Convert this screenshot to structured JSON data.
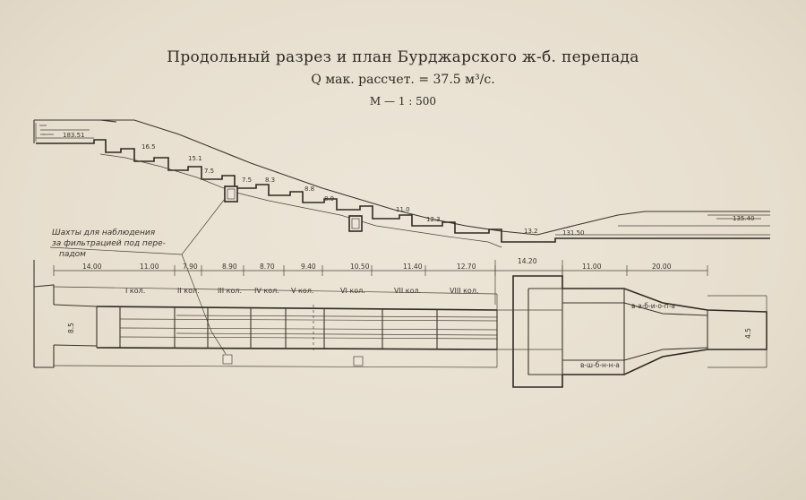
{
  "title": "Продольный разрез и план Бурджарского ж-б. перепада",
  "subtitle": "Q мак. рассчет. = 37.5 м³/с.",
  "scale": "М — 1 : 500",
  "note_lines": [
    "Шахты для наблюдения",
    "за фильтрацией под пере-",
    "падом"
  ],
  "step_elevations": [
    "183.51",
    "16.5",
    "15.1",
    "7.5",
    "7.5",
    "8.3",
    "8.8",
    "8.9",
    "11.0",
    "12.3",
    "13.2",
    "131.50",
    "135.40"
  ],
  "dimensions": [
    "14.00",
    "11.00",
    "7.90",
    "8.90",
    "8.70",
    "9.40",
    "10.50",
    "11.40",
    "12.70",
    "14.20",
    "11.00",
    "20.00"
  ],
  "chambers": [
    "I кол.",
    "II кол.",
    "III кол.",
    "IV кол.",
    "V кол.",
    "VI кол.",
    "VII кол.",
    "VIII кол."
  ],
  "basin_labels": [
    "в-а-б-и-о-п-а",
    "в-ш-б-н-н-а"
  ],
  "width_labels": [
    "8.5",
    "4.5"
  ]
}
